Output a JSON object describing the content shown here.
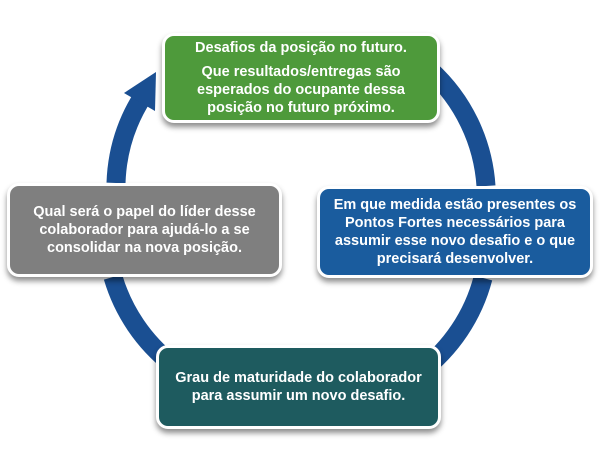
{
  "diagram": {
    "colors": {
      "ring": "#1a4f92",
      "top_box": "#4e9a3b",
      "right_box": "#1a5c9e",
      "bottom_box": "#1e5b5f",
      "left_box": "#7f7f7f"
    },
    "nodes": {
      "top": {
        "title": "Desafios da posição no futuro.",
        "body": "Que resultados/entregas são esperados do ocupante dessa posição no futuro próximo."
      },
      "right": {
        "text": "Em que medida estão presentes os Pontos Fortes necessários para assumir esse novo desafio e o que precisará desenvolver."
      },
      "bottom": {
        "text": "Grau de maturidade do colaborador para assumir um novo desafio."
      },
      "left": {
        "text": "Qual será o papel do líder desse colaborador para ajudá-lo a se consolidar na nova posição."
      }
    }
  }
}
